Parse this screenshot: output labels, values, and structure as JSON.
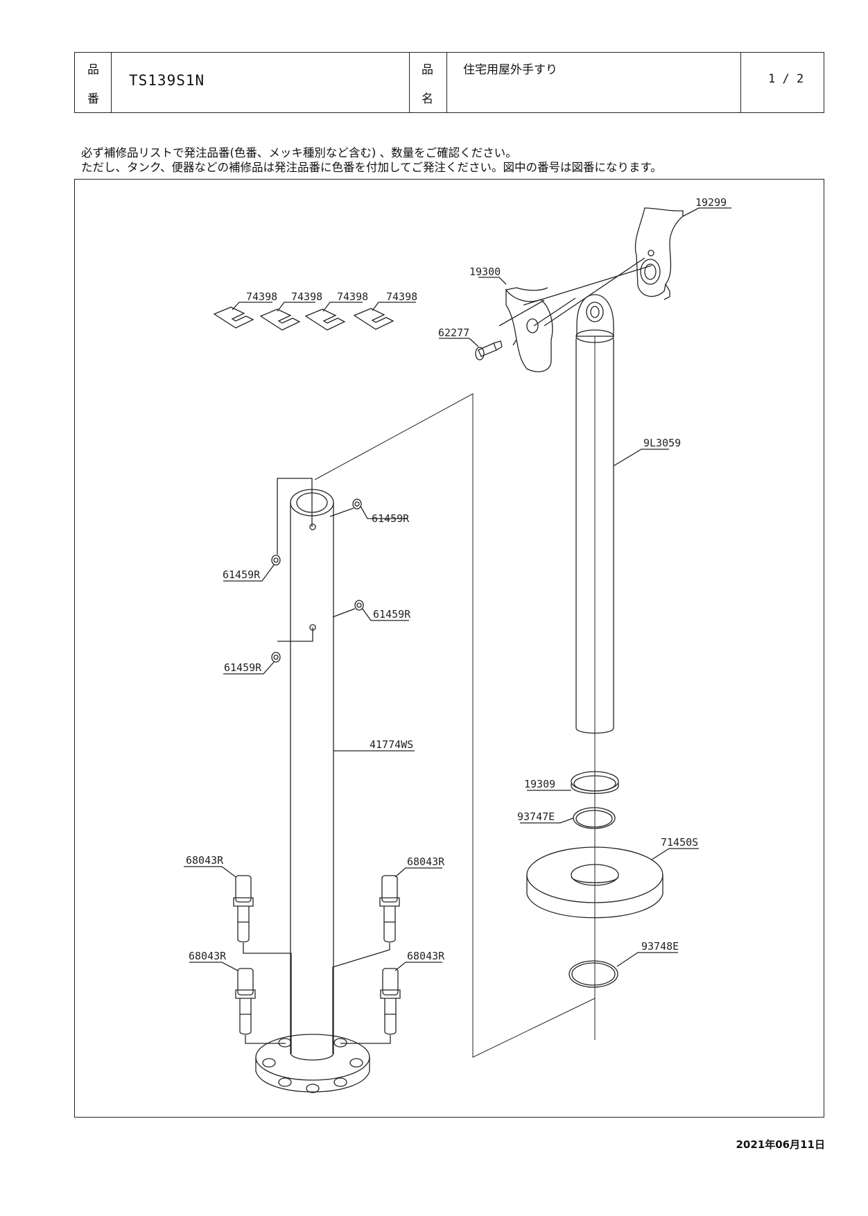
{
  "header": {
    "hinban_label_1": "品",
    "hinban_label_2": "番",
    "part_number": "TS139S1N",
    "hinmei_label_1": "品",
    "hinmei_label_2": "名",
    "product_name": "住宅用屋外手すり",
    "page": "1 / 2"
  },
  "notes": {
    "line1": "必ず補修品リストで発注品番(色番、メッキ種別など含む) 、数量をご確認ください。",
    "line2": "ただし、タンク、便器などの補修品は発注品番に色番を付加してご発注ください。図中の番号は図番になります。"
  },
  "parts": {
    "bracket_right": "19299",
    "bracket_left": "19300",
    "bolt": "62277",
    "washer_1": "74398",
    "washer_2": "74398",
    "washer_3": "74398",
    "washer_4": "74398",
    "upper_pipe": "9L3059",
    "nut_1": "61459R",
    "nut_2": "61459R",
    "nut_3": "61459R",
    "nut_4": "61459R",
    "post": "41774WS",
    "ring_1": "19309",
    "ring_2": "93747E",
    "cover": "71450S",
    "ring_3": "93748E",
    "anchor_1": "68043R",
    "anchor_2": "68043R",
    "anchor_3": "68043R",
    "anchor_4": "68043R"
  },
  "footer": {
    "date": "2021年06月11日"
  }
}
